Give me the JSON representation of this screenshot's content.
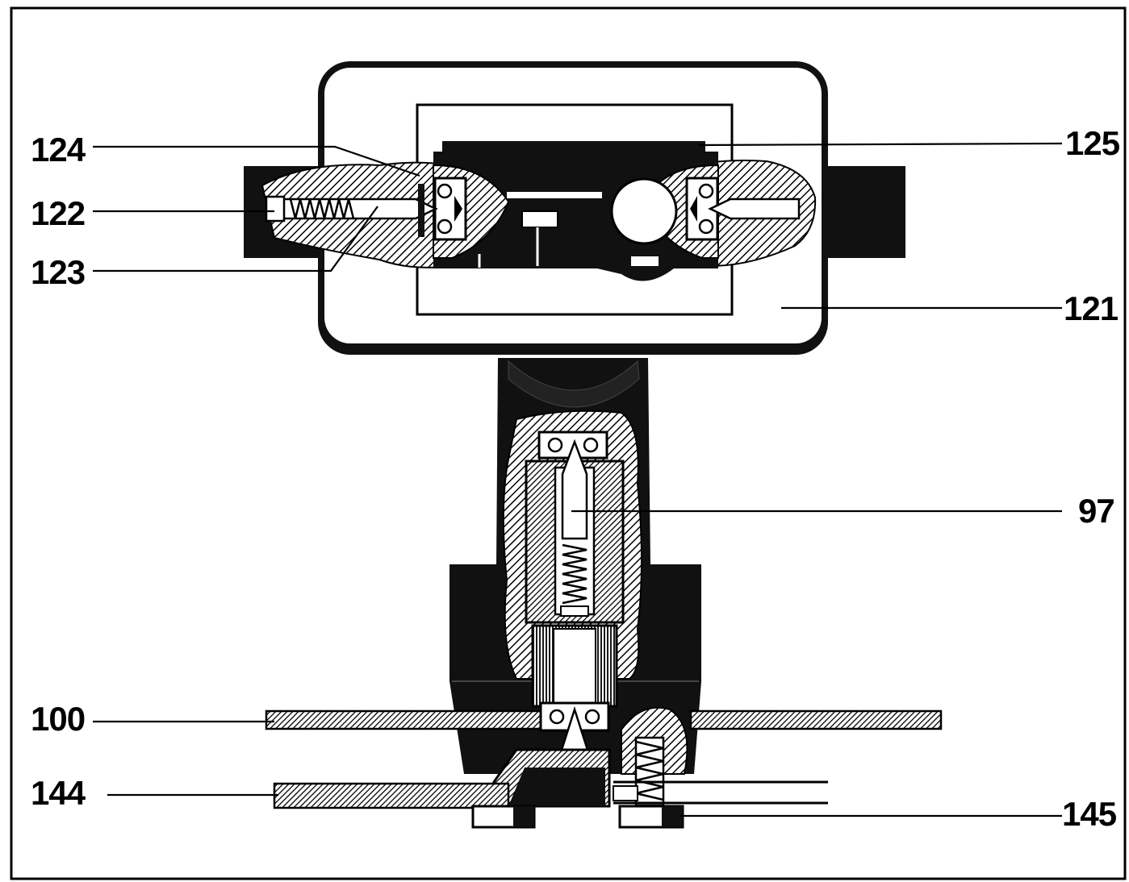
{
  "labels": {
    "l124": "124",
    "l122": "122",
    "l123": "123",
    "l125": "125",
    "l121": "121",
    "l97": "97",
    "l100": "100",
    "l144": "144",
    "l145": "145"
  },
  "colors": {
    "ink": "#000000",
    "paper": "#ffffff"
  }
}
